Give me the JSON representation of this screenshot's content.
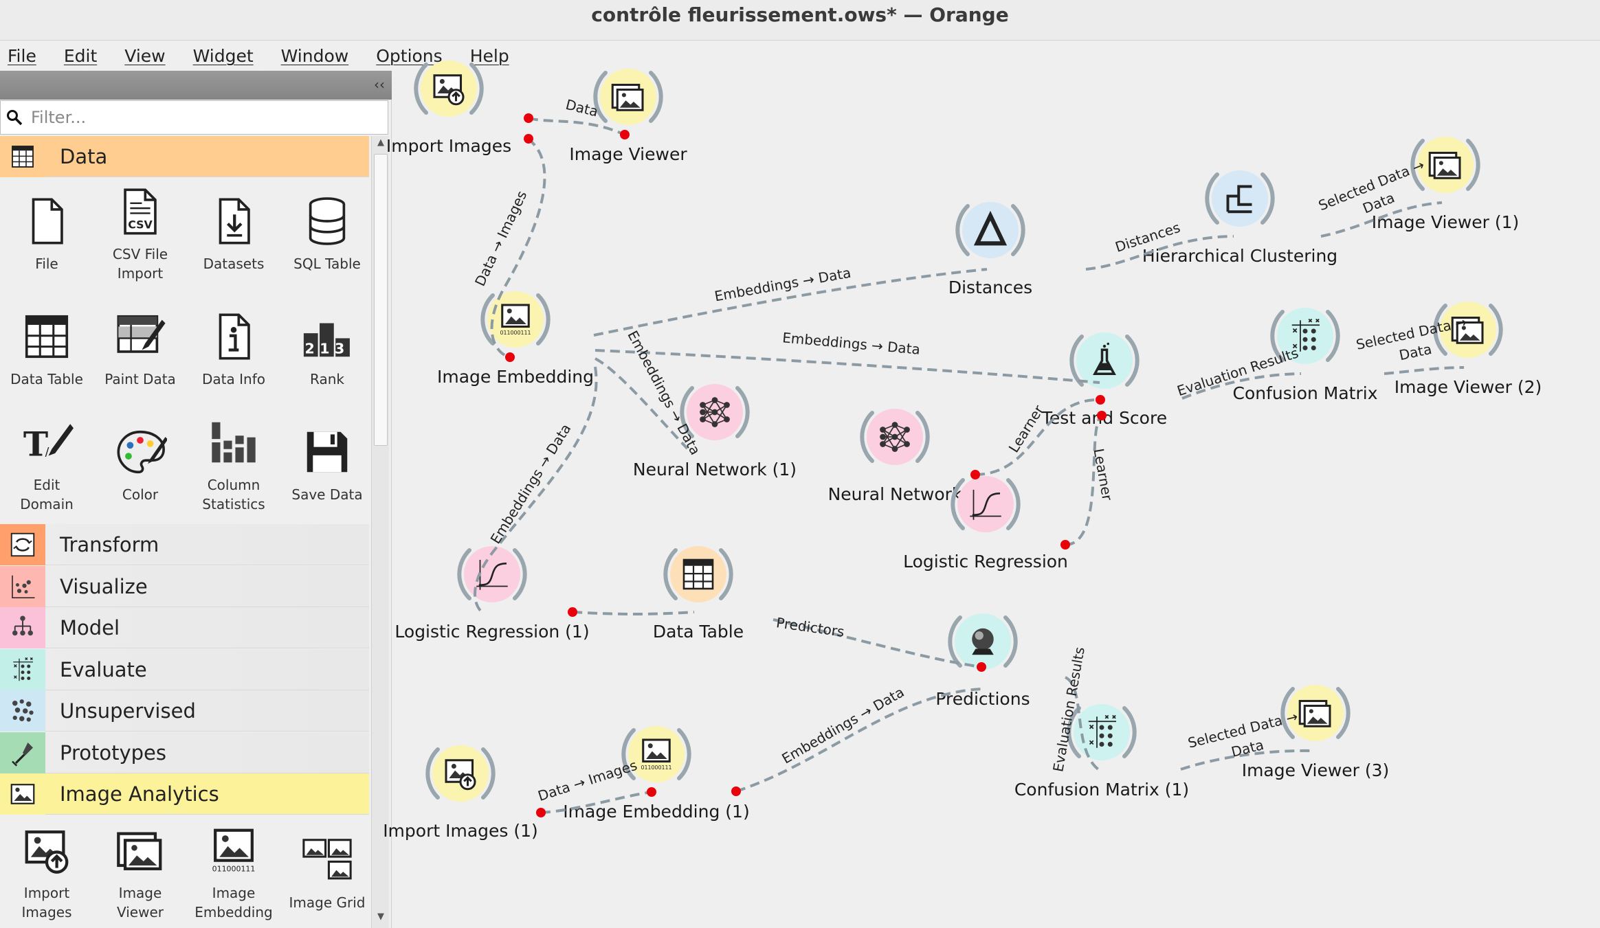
{
  "window": {
    "title": "contrôle fleurissement.ows* — Orange"
  },
  "menu": [
    "File",
    "Edit",
    "View",
    "Widget",
    "Window",
    "Options",
    "Help"
  ],
  "toolbox": {
    "filter_placeholder": "Filter...",
    "collapse_glyph": "‹‹",
    "categories": [
      {
        "label": "Data",
        "color": "#ffcd8f",
        "icon": "table-icon"
      },
      {
        "label": "Transform",
        "color": "#ff9f6b",
        "icon": "transform-icon"
      },
      {
        "label": "Visualize",
        "color": "#ffb7b1",
        "icon": "scatter-icon"
      },
      {
        "label": "Model",
        "color": "#fac1d9",
        "icon": "tree-icon"
      },
      {
        "label": "Evaluate",
        "color": "#c2f0e8",
        "icon": "confusion-icon"
      },
      {
        "label": "Unsupervised",
        "color": "#cee7f5",
        "icon": "cluster-icon"
      },
      {
        "label": "Prototypes",
        "color": "#a5dcb4",
        "icon": "shovel-icon"
      },
      {
        "label": "Image Analytics",
        "color": "#fbf29a",
        "icon": "image-icon"
      }
    ],
    "data_widgets": [
      {
        "label": "File",
        "icon": "file-icon"
      },
      {
        "label": "CSV File\nImport",
        "icon": "csv-icon"
      },
      {
        "label": "Datasets",
        "icon": "datasets-icon"
      },
      {
        "label": "SQL Table",
        "icon": "database-icon"
      },
      {
        "label": "Data Table",
        "icon": "table-icon"
      },
      {
        "label": "Paint Data",
        "icon": "paint-icon"
      },
      {
        "label": "Data Info",
        "icon": "info-icon"
      },
      {
        "label": "Rank",
        "icon": "rank-icon"
      },
      {
        "label": "Edit\nDomain",
        "icon": "edit-icon"
      },
      {
        "label": "Color",
        "icon": "palette-icon"
      },
      {
        "label": "Column\nStatistics",
        "icon": "bars-icon"
      },
      {
        "label": "Save Data",
        "icon": "floppy-icon"
      }
    ],
    "image_widgets": [
      {
        "label": "Import\nImages",
        "icon": "import-image-icon"
      },
      {
        "label": "Image\nViewer",
        "icon": "image-viewer-icon"
      },
      {
        "label": "Image\nEmbedding",
        "icon": "embedding-icon"
      },
      {
        "label": "Image Grid",
        "icon": "grid-icon"
      }
    ],
    "csv_text": "CSV",
    "rank_text": "213",
    "embed_text": "011000111"
  },
  "nodes": [
    {
      "id": "imp",
      "label": "Import Images",
      "color": "#fbf4b0",
      "icon": "import-image-icon"
    },
    {
      "id": "iv",
      "label": "Image Viewer",
      "color": "#fbf4b0",
      "icon": "image-viewer-icon"
    },
    {
      "id": "emb",
      "label": "Image Embedding",
      "color": "#fbf4b0",
      "icon": "embedding-icon"
    },
    {
      "id": "dist",
      "label": "Distances",
      "color": "#d6e8f5",
      "icon": "distances-icon"
    },
    {
      "id": "hc",
      "label": "Hierarchical Clustering",
      "color": "#d6e8f5",
      "icon": "dendrogram-icon"
    },
    {
      "id": "iv1",
      "label": "Image Viewer (1)",
      "color": "#fbf4b0",
      "icon": "image-viewer-icon"
    },
    {
      "id": "ts",
      "label": "Test and Score",
      "color": "#cdf2f0",
      "icon": "flask-icon"
    },
    {
      "id": "cm",
      "label": "Confusion Matrix",
      "color": "#cdf2f0",
      "icon": "confusion-icon"
    },
    {
      "id": "iv2",
      "label": "Image Viewer (2)",
      "color": "#fbf4b0",
      "icon": "image-viewer-icon"
    },
    {
      "id": "nn1",
      "label": "Neural Network (1)",
      "color": "#fbcfe0",
      "icon": "neural-icon"
    },
    {
      "id": "nn",
      "label": "Neural Network",
      "color": "#fbcfe0",
      "icon": "neural-icon"
    },
    {
      "id": "lr",
      "label": "Logistic Regression",
      "color": "#fbcfe0",
      "icon": "sigmoid-icon"
    },
    {
      "id": "lr1",
      "label": "Logistic Regression (1)",
      "color": "#fbcfe0",
      "icon": "sigmoid-icon"
    },
    {
      "id": "dt",
      "label": "Data Table",
      "color": "#fde0b8",
      "icon": "table-icon"
    },
    {
      "id": "pred",
      "label": "Predictions",
      "color": "#cdf2f0",
      "icon": "crystal-ball-icon"
    },
    {
      "id": "cm1",
      "label": "Confusion Matrix (1)",
      "color": "#cdf2f0",
      "icon": "confusion-icon"
    },
    {
      "id": "iv3",
      "label": "Image Viewer (3)",
      "color": "#fbf4b0",
      "icon": "image-viewer-icon"
    },
    {
      "id": "imp1",
      "label": "Import Images (1)",
      "color": "#fbf4b0",
      "icon": "import-image-icon"
    },
    {
      "id": "emb1",
      "label": "Image Embedding (1)",
      "color": "#fbf4b0",
      "icon": "embedding-icon"
    }
  ],
  "links": [
    {
      "id": "imp-iv",
      "label": "Data"
    },
    {
      "id": "imp-emb",
      "label": "Data → Images"
    },
    {
      "id": "emb-dist",
      "label": "Embeddings → Data"
    },
    {
      "id": "dist-hc",
      "label": "Distances"
    },
    {
      "id": "hc-iv1",
      "label": "Selected Data →\nData"
    },
    {
      "id": "emb-ts",
      "label": "Embeddings → Data"
    },
    {
      "id": "emb-nn1",
      "label": "Embeddings → Data"
    },
    {
      "id": "emb-lr1",
      "label": "Embeddings → Data"
    },
    {
      "id": "nn-ts",
      "label": "Learner"
    },
    {
      "id": "lr-ts",
      "label": "Learner"
    },
    {
      "id": "ts-cm",
      "label": "Evaluation Results"
    },
    {
      "id": "cm-iv2",
      "label": "Selected Data →\nData"
    },
    {
      "id": "lr1-dt",
      "label": ""
    },
    {
      "id": "dt-pred",
      "label": "Predictors"
    },
    {
      "id": "emb1-pred",
      "label": "Embeddings → Data"
    },
    {
      "id": "pred-cm1",
      "label": "Evaluation Results"
    },
    {
      "id": "cm1-iv3",
      "label": "Selected Data →\nData"
    },
    {
      "id": "imp1-emb1",
      "label": "Data → Images"
    }
  ]
}
